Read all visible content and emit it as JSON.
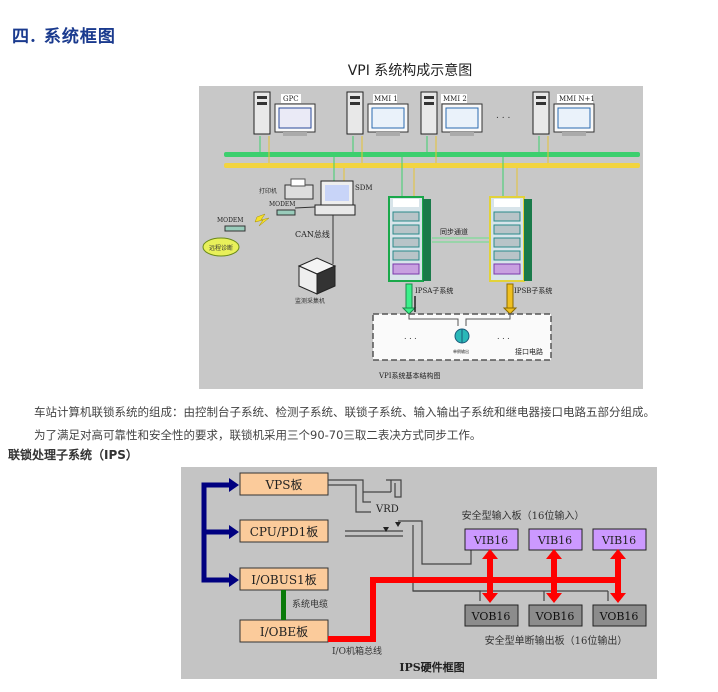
{
  "section_title": "四. 系统框图",
  "figure1": {
    "caption": "VPI 系统构成示意图",
    "workstations": [
      "GPC",
      "MMI 1",
      "MMI 2",
      "MMI N+1"
    ],
    "ellipsis": ". . .",
    "printer_label": "打印机",
    "sdm_label": "SDM",
    "modem_labels": [
      "MODEM",
      "MODEM"
    ],
    "cloud_label": "远程诊断",
    "can_bus_label": "CAN总线",
    "monitor_label": "监测采集机",
    "sync_label": "同步通道",
    "ipsa_label": "IPSA子系统",
    "ipsb_label": "IPSB子系统",
    "relay_label": "单倒输出",
    "interface_label": "接口电路",
    "inner_caption": "VPI系统基本结构图"
  },
  "paragraphs": [
    "车站计算机联锁系统的组成：由控制台子系统、检测子系统、联锁子系统、输入输出子系统和继电器接口电路五部分组成。",
    "为了满足对高可靠性和安全性的要求，联锁机采用三个90-70三取二表决方式同步工作。"
  ],
  "sub_heading": "联锁处理子系统（IPS）",
  "figure2": {
    "boards": [
      "VPS板",
      "CPU/PD1板",
      "I/OBUS1板",
      "I/OBE板"
    ],
    "vrd_label": "VRD",
    "cable_label": "系统电缆",
    "bus_label": "I/O机箱总线",
    "input_title": "安全型输入板（16位输入）",
    "input_boards": [
      "VIB16",
      "VIB16",
      "VIB16"
    ],
    "output_boards": [
      "VOB16",
      "VOB16",
      "VOB16"
    ],
    "output_title": "安全型单断输出板（16位输出）",
    "caption": "IPS硬件框图",
    "colors": {
      "board_fill": "#fbcb9b",
      "vib_fill": "#cc99ff",
      "vob_fill": "#8c8c8c",
      "bus_red": "#ff0000",
      "arrow_blue": "#000080",
      "cable_green": "#0a7a0a"
    }
  }
}
